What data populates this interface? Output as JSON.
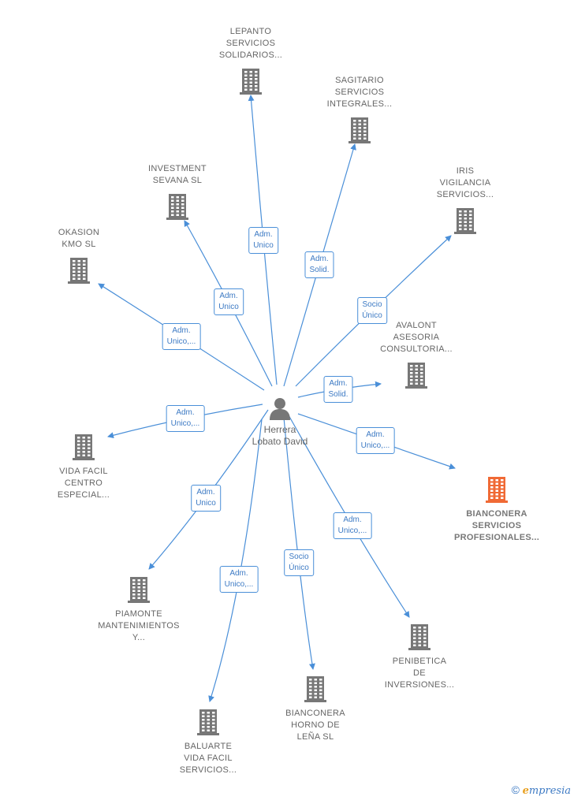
{
  "center": {
    "label": "Herrera\nLobato\nDavid",
    "icon": "person-icon"
  },
  "companies": [
    {
      "id": "lepanto",
      "label": "LEPANTO\nSERVICIOS\nSOLIDARIOS...",
      "role": "Adm.\nUnico",
      "highlight": false
    },
    {
      "id": "sagitario",
      "label": "SAGITARIO\nSERVICIOS\nINTEGRALES...",
      "role": "Adm.\nSolid.",
      "highlight": false
    },
    {
      "id": "investment",
      "label": "INVESTMENT\nSEVANA  SL",
      "role": "Adm.\nUnico",
      "highlight": false
    },
    {
      "id": "iris",
      "label": "IRIS\nVIGILANCIA\nSERVICIOS...",
      "role": "Socio\nÚnico",
      "highlight": false
    },
    {
      "id": "okasion",
      "label": "OKASION\nKMO  SL",
      "role": "Adm.\nUnico,...",
      "highlight": false
    },
    {
      "id": "avalont",
      "label": "AVALONT\nASESORIA\nCONSULTORIA...",
      "role": "Adm.\nSolid.",
      "highlight": false
    },
    {
      "id": "vidafacil",
      "label": "VIDA FACIL\nCENTRO\nESPECIAL...",
      "role": "Adm.\nUnico,...",
      "highlight": false
    },
    {
      "id": "bianconera-sp",
      "label": "BIANCONERA\nSERVICIOS\nPROFESIONALES...",
      "role": "Adm.\nUnico,...",
      "highlight": true
    },
    {
      "id": "piamonte",
      "label": "PIAMONTE\nMANTENIMIENTOS\nY...",
      "role": "Adm.\nUnico",
      "highlight": false
    },
    {
      "id": "penibetica",
      "label": "PENIBETICA\nDE\nINVERSIONES...",
      "role": "Adm.\nUnico,...",
      "highlight": false
    },
    {
      "id": "baluarte",
      "label": "BALUARTE\nVIDA FACIL\nSERVICIOS...",
      "role": "Adm.\nUnico,...",
      "highlight": false
    },
    {
      "id": "bianconera-horno",
      "label": "BIANCONERA\nHORNO DE\nLEÑA  SL",
      "role": "Socio\nÚnico",
      "highlight": false
    }
  ],
  "colors": {
    "edge": "#4a8fd8",
    "building": "#777777",
    "building_highlight": "#f06a35"
  },
  "footer": {
    "copyright": "©",
    "brand_initial": "e",
    "brand_rest": "mpresia"
  }
}
